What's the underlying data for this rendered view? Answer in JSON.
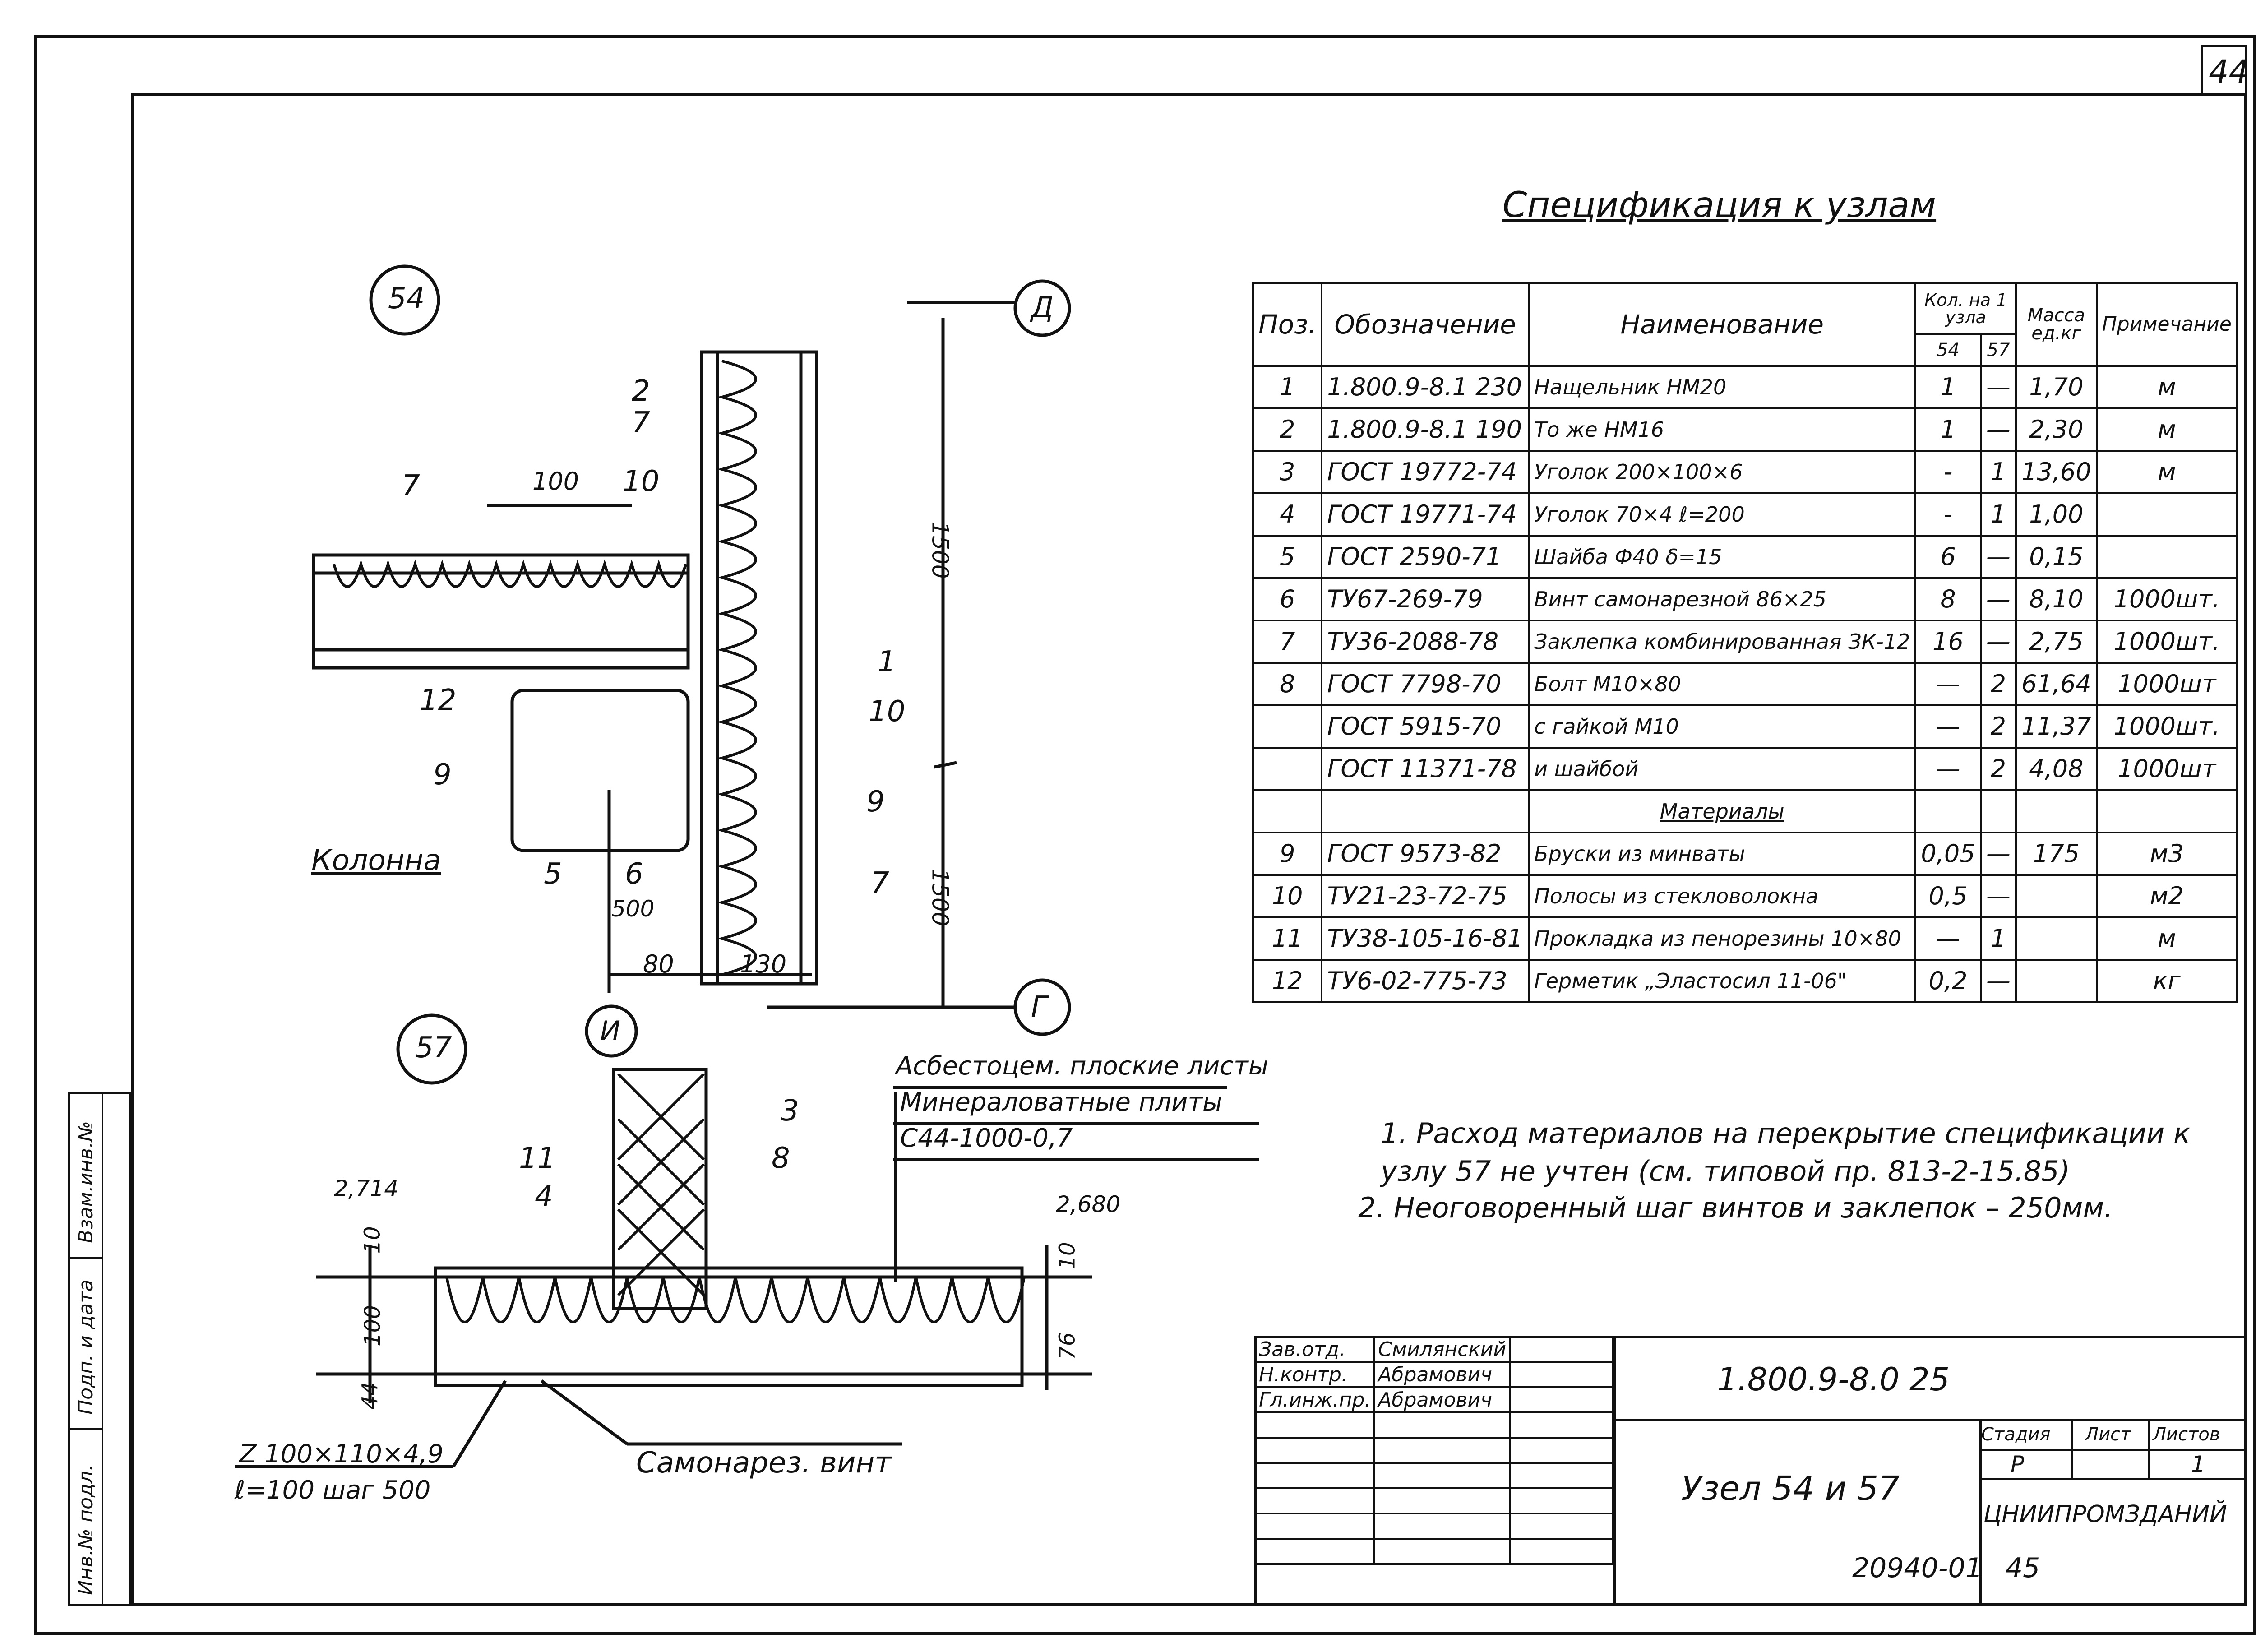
{
  "sheet": {
    "corner_number": "44",
    "archive_code": "20940-01",
    "archive_page": "45"
  },
  "title": "Спецификация к узлам",
  "spec_table": {
    "headers": {
      "pos": "Поз.",
      "designation": "Обозначение",
      "name": "Наименование",
      "qty": "Кол. на 1 узла",
      "qty_54": "54",
      "qty_57": "57",
      "mass": "Масса ед.кг",
      "note": "Примечание"
    },
    "rows": [
      {
        "pos": "1",
        "designation": "1.800.9-8.1 230",
        "name": "Нащельник НМ20",
        "q54": "1",
        "q57": "—",
        "mass": "1,70",
        "note": "м"
      },
      {
        "pos": "2",
        "designation": "1.800.9-8.1 190",
        "name": "То же НМ16",
        "q54": "1",
        "q57": "—",
        "mass": "2,30",
        "note": "м"
      },
      {
        "pos": "3",
        "designation": "ГОСТ 19772-74",
        "name": "Уголок 200×100×6",
        "q54": "-",
        "q57": "1",
        "mass": "13,60",
        "note": "м"
      },
      {
        "pos": "4",
        "designation": "ГОСТ 19771-74",
        "name": "Уголок 70×4 ℓ=200",
        "q54": "-",
        "q57": "1",
        "mass": "1,00",
        "note": ""
      },
      {
        "pos": "5",
        "designation": "ГОСТ 2590-71",
        "name": "Шайба Ф40 δ=15",
        "q54": "6",
        "q57": "—",
        "mass": "0,15",
        "note": ""
      },
      {
        "pos": "6",
        "designation": "ТУ67-269-79",
        "name": "Винт самонарезной 86×25",
        "q54": "8",
        "q57": "—",
        "mass": "8,10",
        "note": "1000шт."
      },
      {
        "pos": "7",
        "designation": "ТУ36-2088-78",
        "name": "Заклепка комбинированная ЗК-12",
        "q54": "16",
        "q57": "—",
        "mass": "2,75",
        "note": "1000шт."
      },
      {
        "pos": "8",
        "designation": "ГОСТ 7798-70",
        "name": "Болт М10×80",
        "q54": "—",
        "q57": "2",
        "mass": "61,64",
        "note": "1000шт"
      },
      {
        "pos": "",
        "designation": "ГОСТ 5915-70",
        "name": "с гайкой М10",
        "q54": "—",
        "q57": "2",
        "mass": "11,37",
        "note": "1000шт."
      },
      {
        "pos": "",
        "designation": "ГОСТ 11371-78",
        "name": "и шайбой",
        "q54": "—",
        "q57": "2",
        "mass": "4,08",
        "note": "1000шт"
      },
      {
        "pos": "",
        "designation": "",
        "name": "Материалы",
        "q54": "",
        "q57": "",
        "mass": "",
        "note": ""
      },
      {
        "pos": "9",
        "designation": "ГОСТ 9573-82",
        "name": "Бруски из минваты",
        "q54": "0,05",
        "q57": "—",
        "mass": "175",
        "note": "м3"
      },
      {
        "pos": "10",
        "designation": "ТУ21-23-72-75",
        "name": "Полосы из стекловолокна",
        "q54": "0,5",
        "q57": "—",
        "mass": "",
        "note": "м2"
      },
      {
        "pos": "11",
        "designation": "ТУ38-105-16-81",
        "name": "Прокладка из пенорезины 10×80",
        "q54": "—",
        "q57": "1",
        "mass": "",
        "note": "м"
      },
      {
        "pos": "12",
        "designation": "ТУ6-02-775-73",
        "name": "Герметик „Эластосил 11-06\"",
        "q54": "0,2",
        "q57": "—",
        "mass": "",
        "note": "кг"
      }
    ]
  },
  "notes": [
    "1. Расход материалов на перекрытие спецификации к узлу 57 не учтен (см. типовой пр. 813-2-15.85)",
    "2. Неоговоренный шаг винтов и заклепок – 250мм."
  ],
  "drawing_54": {
    "node": "54",
    "axis_top": "Д",
    "axis_bottom": "Г",
    "column_label": "Колонна",
    "dims": {
      "d100": "100",
      "d1500a": "1500",
      "d1500b": "1500",
      "d80": "80",
      "d130": "130",
      "d500": "500"
    },
    "callouts": [
      "2",
      "7",
      "10",
      "7",
      "12",
      "9",
      "5",
      "6",
      "1",
      "10",
      "9",
      "7"
    ]
  },
  "drawing_57": {
    "node": "57",
    "axis": "И",
    "layers": [
      "Асбестоцем. плоские листы",
      "Минераловатные плиты",
      "С44-1000-0,7"
    ],
    "dims": {
      "t1": "2,714",
      "t2": "2,680",
      "h10a": "10",
      "h10b": "10",
      "h100": "100",
      "h44": "44",
      "h76": "76"
    },
    "callouts": [
      "11",
      "4",
      "3",
      "8"
    ],
    "profile_label": "Z 100×110×4,9",
    "profile_step": "ℓ=100 шаг 500",
    "screw_label": "Самонарез. винт"
  },
  "stamp": {
    "rows": [
      {
        "role": "Зав.отд.",
        "name": "Смилянский"
      },
      {
        "role": "Н.контр.",
        "name": "Абрамович"
      },
      {
        "role": "Гл.инж.пр.",
        "name": "Абрамович"
      }
    ],
    "code": "1.800.9-8.0 25",
    "title": "Узел 54 и 57",
    "stage_label": "Стадия",
    "sheet_label": "Лист",
    "sheets_label": "Листов",
    "stage": "Р",
    "sheets": "1",
    "org": "ЦНИИПРОМЗДАНИЙ"
  },
  "side_strip": [
    "Взам.инв.№",
    "Подп. и дата",
    "Инв.№ подл."
  ]
}
